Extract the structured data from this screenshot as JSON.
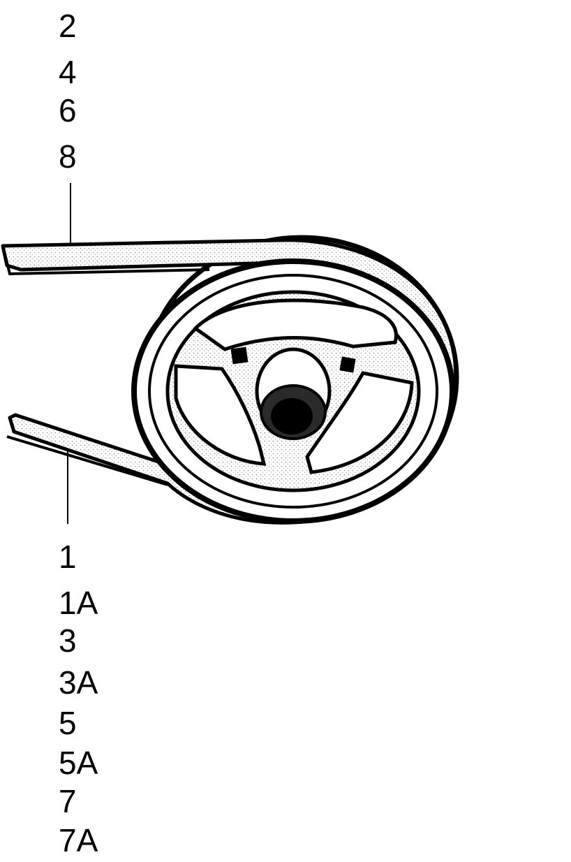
{
  "callouts": {
    "top": [
      "2",
      "4",
      "6",
      "8"
    ],
    "bottom": [
      "1",
      "1A",
      "3",
      "3A",
      "5",
      "5A",
      "7",
      "7A"
    ]
  },
  "colors": {
    "ink": "#000000",
    "paper": "#ffffff",
    "shade": "#cfcfcf"
  },
  "icons": {
    "main": "pulley-with-belt-icon"
  }
}
